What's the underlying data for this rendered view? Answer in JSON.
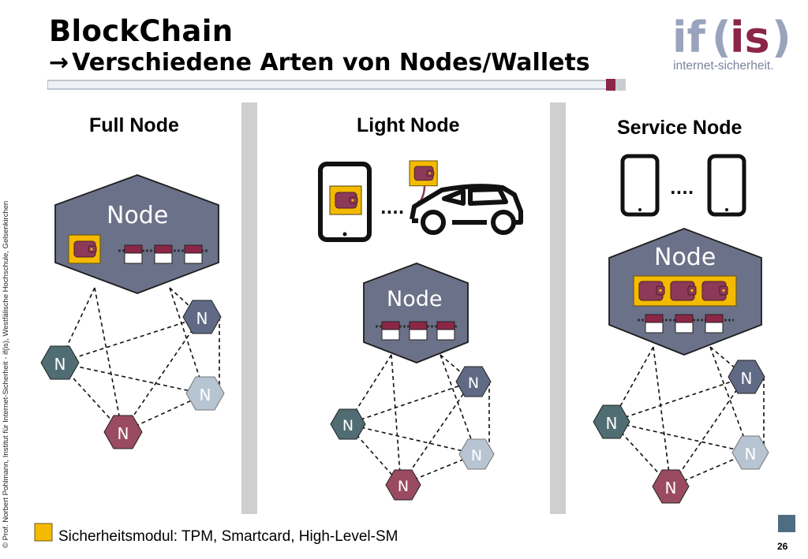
{
  "header": {
    "title": "BlockChain",
    "subtitle_arrow": "→",
    "subtitle": "Verschiedene Arten von Nodes/Wallets"
  },
  "logo": {
    "if": "if",
    "paren_open": "(",
    "is": "is",
    "paren_close": ")",
    "tagline": "internet-sicherheit."
  },
  "sidebar_credit": "© Prof. Norbert Pohlmann, Institut für Internet-Sicherheit - if(is), Westfälische Hochschule, Gelsenkirchen",
  "columns": {
    "full": {
      "title": "Full Node",
      "node_label": "Node"
    },
    "light": {
      "title": "Light Node",
      "node_label": "Node",
      "ellipsis": "...."
    },
    "service": {
      "title": "Service Node",
      "node_label": "Node",
      "ellipsis": "...."
    }
  },
  "peer_label": "N",
  "legend": {
    "text": "Sicherheitsmodul: TPM, Smartcard, High-Level-SM"
  },
  "page_number": "26",
  "colors": {
    "node_hex": "#6b7188",
    "peer_dark": "#4f6d72",
    "peer_slate": "#606a85",
    "peer_light": "#b7c4d1",
    "peer_crimson": "#9a4b62",
    "wallet_gold": "#f4ba00",
    "wallet_body": "#8c3a58",
    "divider": "#cfcfcf",
    "accent": "#8c2646"
  }
}
